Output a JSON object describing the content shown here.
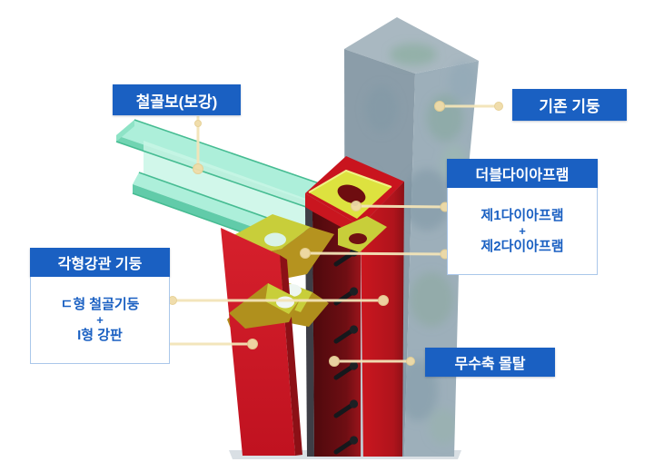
{
  "diagram": {
    "description_labels": {
      "steel_beam": "철골보(보강)",
      "existing_column": "기존 기둥",
      "mortar": "무수축 몰탈"
    },
    "panels": {
      "double_diaphragm": {
        "title": "더블다이아프램",
        "items": [
          "제1다이아프램",
          "+",
          "제2다이아프램"
        ]
      },
      "square_pipe_column": {
        "title": "각형강관 기둥",
        "items": [
          "ㄷ형 철골기둥",
          "+",
          "I형 강판"
        ]
      }
    }
  },
  "colors": {
    "label_blue": "#1a60c2",
    "panel_border_blue": "#aac7ea",
    "text_blue": "#1a60c2",
    "leader_cream": "#f3e4b8",
    "leader_dot": "#f0dca8",
    "concrete_top": "#a9b8c1",
    "concrete_left": "#8b9da9",
    "concrete_right": "#9dafba",
    "beam_mint": "#a2edd5",
    "beam_mint_dark": "#5ecfa8",
    "beam_edge_green": "#2db383",
    "steel_red": "#c9141e",
    "steel_red_dark": "#8c1016",
    "interior_maroon": "#570b10",
    "diaphragm_yellow": "#dde23f",
    "diaphragm_gold": "#b5931f",
    "diaphragm_gold_light": "#c8ce3a",
    "hole_dark_red": "#6e0d10",
    "stud_black": "#1c2024",
    "shadow_gray": "#c9d2d8"
  }
}
